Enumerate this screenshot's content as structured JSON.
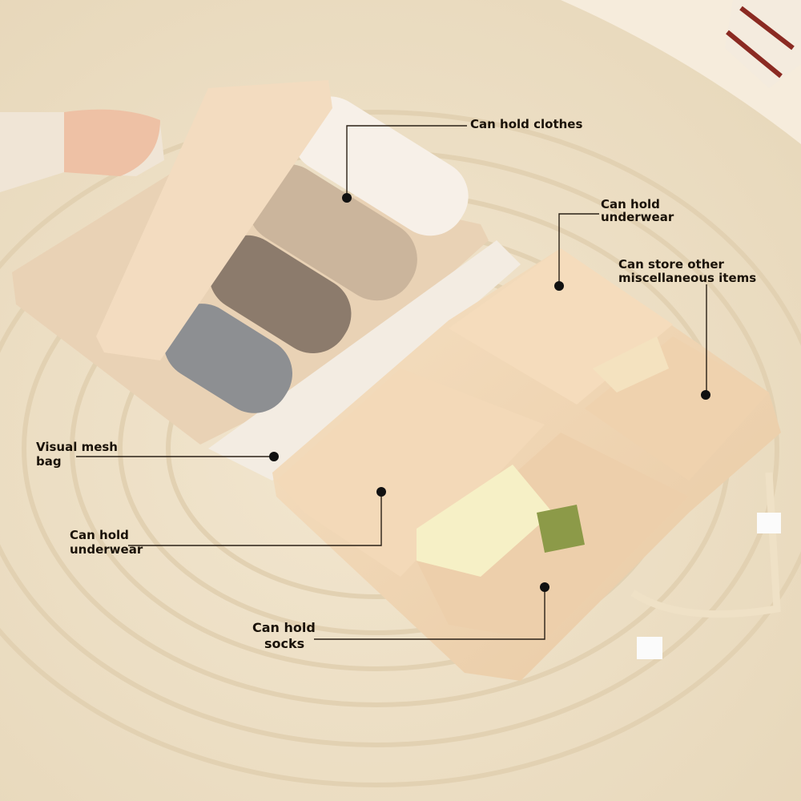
{
  "callouts": {
    "clothes": "Can hold clothes",
    "underwear_top": [
      "Can hold",
      "underwear"
    ],
    "misc": [
      "Can store other",
      "miscellaneous items"
    ],
    "mesh": [
      "Visual mesh",
      "bag"
    ],
    "underwear_left": [
      "Can hold",
      "underwear"
    ],
    "socks": [
      "Can hold",
      "socks"
    ]
  },
  "colors": {
    "rug": "#efe3cc",
    "bag": "#f0d6b4",
    "bag_shadow": "#d9b894",
    "label": "#1a1208"
  }
}
